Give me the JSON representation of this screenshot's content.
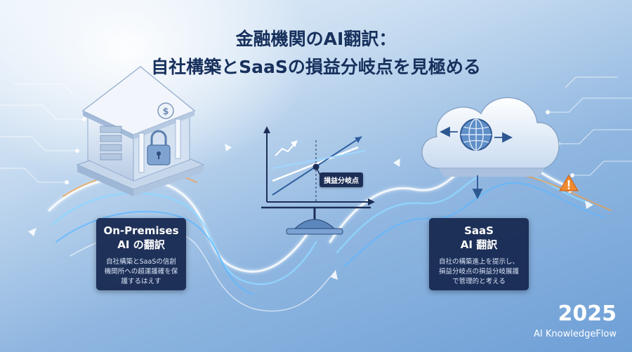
{
  "title": {
    "line1": "金融機関のAI翻訳：",
    "line2": "自社構築とSaaSの損益分岐点を見極める"
  },
  "breakeven": {
    "label": "損益分岐点"
  },
  "left_panel": {
    "title_line1": "On-Premises",
    "title_line2": "AI の翻訳",
    "body_line1": "自社構築とSaaSの信創",
    "body_line2": "機関所への超運護確を保",
    "body_line3": "護するはえす"
  },
  "right_panel": {
    "title_line1": "SaaS",
    "title_line2": "AI 翻訳",
    "body_line1": "自社の構築進上を提示し、",
    "body_line2": "損益分岐点の損益分岐展護",
    "body_line3": "で管理的と考える"
  },
  "footer": {
    "year": "2025",
    "brand": "AI KnowledgeFlow"
  },
  "icons": {
    "bank": "bank-building-icon",
    "lock": "padlock-icon",
    "cloud": "cloud-icon",
    "globe": "globe-icon",
    "warning": "warning-icon",
    "scale": "balance-scale-icon"
  },
  "colors": {
    "title": "#17305c",
    "panel": "#14264e",
    "flow": "#5fb8ff",
    "accent_orange": "#f0a04b",
    "warning": "#f08a30"
  }
}
